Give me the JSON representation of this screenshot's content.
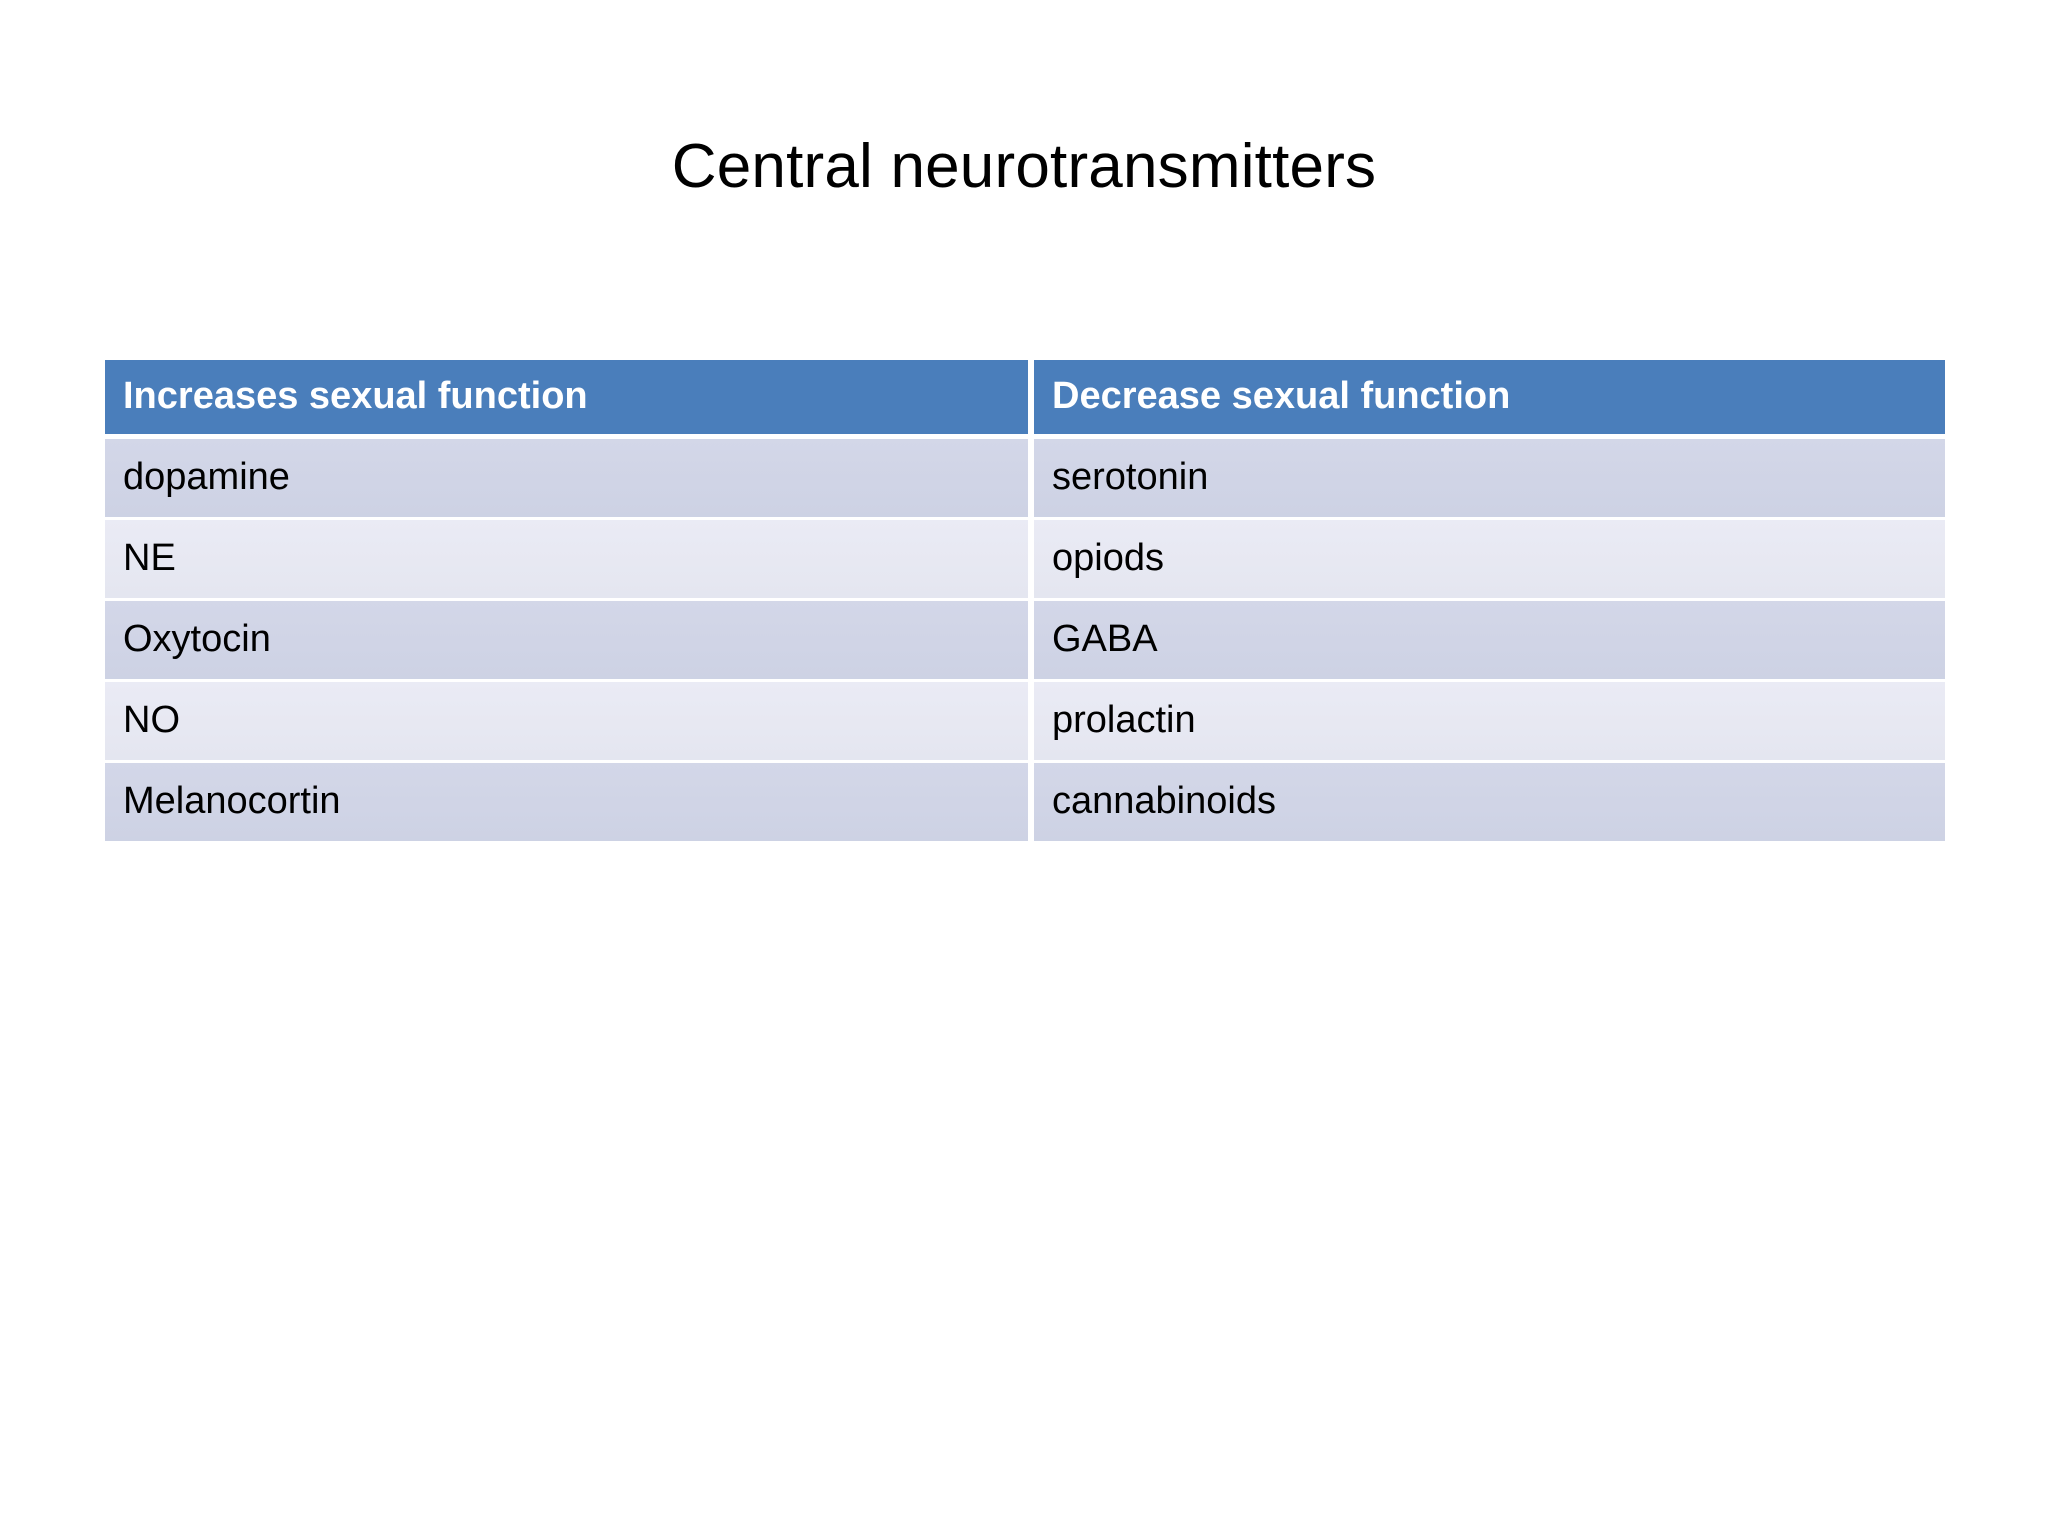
{
  "slide": {
    "title": "Central neurotransmitters",
    "background_color": "#ffffff",
    "title_color": "#000000"
  },
  "table": {
    "header_background": "#4a7ebb",
    "header_text_color": "#ffffff",
    "row_band_dark": "#d0d4e6",
    "row_band_light": "#e7e8f2",
    "columns": [
      "Increases sexual function",
      "Decrease sexual function"
    ],
    "rows": [
      {
        "increases": "dopamine",
        "decreases": "serotonin"
      },
      {
        "increases": "NE",
        "decreases": "opiods"
      },
      {
        "increases": "Oxytocin",
        "decreases": "GABA"
      },
      {
        "increases": "NO",
        "decreases": "prolactin"
      },
      {
        "increases": "Melanocortin",
        "decreases": "cannabinoids"
      }
    ]
  }
}
